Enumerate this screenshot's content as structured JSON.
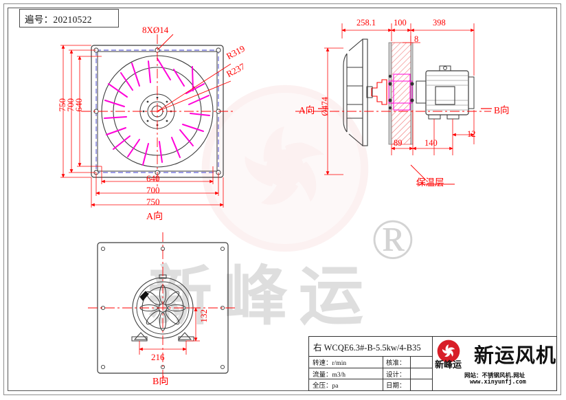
{
  "drawing": {
    "code_label": "遍号：",
    "code_value": "20210522",
    "code_full": "遍号：20210522"
  },
  "front_view": {
    "name": "A向",
    "bolt_callout": "8XØ14",
    "radius_outer": "R319",
    "radius_inner": "R237",
    "vertical_dims": [
      "750",
      "700",
      "640"
    ],
    "horizontal_dims": [
      "640",
      "700",
      "750"
    ],
    "view_label": "A向"
  },
  "side_view": {
    "top_dims": [
      "258.1",
      "100",
      "398"
    ],
    "plate_thickness": "8",
    "bore_dim": "Ø474",
    "bottom_dims": [
      "89",
      "140",
      "12"
    ],
    "insulation_label": "保温层",
    "arrow_left_label": "A向",
    "arrow_right_label": "B向"
  },
  "bottom_view": {
    "width_dim": "216",
    "height_dim": "132",
    "view_label": "B向"
  },
  "watermark": {
    "text": "新峰运",
    "registered": "®"
  },
  "title_block": {
    "model": "右 WCQE6.3#-B-5.5kw/4-B35",
    "rows": [
      {
        "label": "转速：r/min",
        "label2": "核准：",
        "value": "",
        "value2": ""
      },
      {
        "label": "流量：m3/h",
        "label2": "设计：",
        "value": "",
        "value2": ""
      },
      {
        "label": "全压：pa",
        "label2": "日期：",
        "value": "",
        "value2": ""
      }
    ],
    "brand_script": "新峰运",
    "brand_name": "新运风机",
    "web_line1": "网站：不锈钢风机.网址",
    "web_line2": "www.xinyunfj.com",
    "brand_color": "#d81e28"
  }
}
